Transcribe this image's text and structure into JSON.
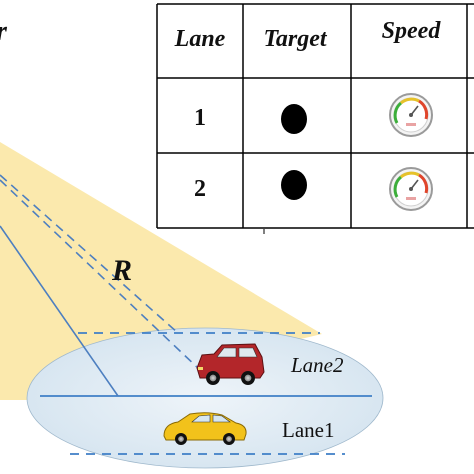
{
  "corner_fragment": "r",
  "table": {
    "headers": [
      "Lane",
      "Target",
      "Speed",
      ""
    ],
    "rows": [
      {
        "lane": "1",
        "target": "dot",
        "speed": "speedometer-icon"
      },
      {
        "lane": "2",
        "target": "dot",
        "speed": "speedometer-icon"
      }
    ]
  },
  "range_label": "R",
  "lanes": {
    "lane2_label": "Lane2",
    "lane1_label": "Lane1"
  },
  "colors": {
    "beam_fill": "#fbe9ad",
    "road_fill": "#dbe8f2",
    "lane_line": "#3f7fc6",
    "beam_line": "#4d7fc0",
    "suv_body": "#b3262a",
    "car_body": "#f2c21b"
  }
}
